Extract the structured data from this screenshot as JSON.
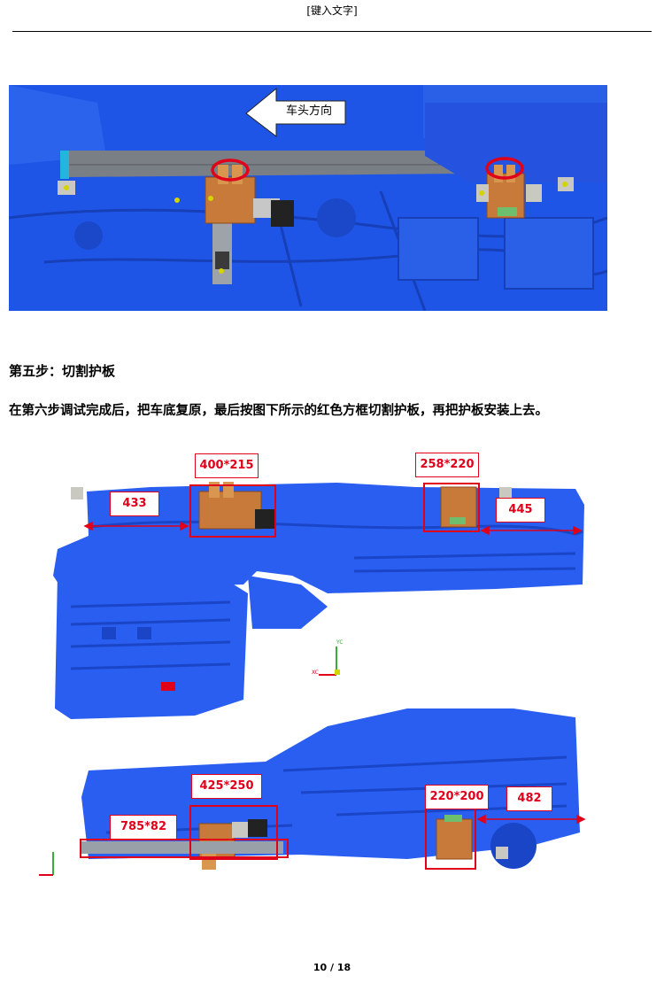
{
  "header": {
    "text": "[键入文字]"
  },
  "figure1": {
    "arrow_label": "车头方向"
  },
  "step": {
    "title": "第五步：切割护板",
    "instruction": "在第六步调试完成后，把车底复原，最后按图下所示的红色方框切割护板，再把护板安装上去。"
  },
  "figure2": {
    "labels": {
      "cut_top_left": "400*215",
      "cut_top_right": "258*220",
      "dim_top_left": "433",
      "dim_top_right": "445",
      "cut_bottom_left": "425*250",
      "cut_bottom_right": "220*200",
      "dim_bottom_left": "785*82",
      "dim_bottom_right": "482"
    },
    "axis": {
      "y": "YC",
      "x": "XC"
    }
  },
  "footer": {
    "page": "10 / 18"
  },
  "colors": {
    "blue_panel": "#1f55e6",
    "red": "#e0001a",
    "copper": "#c87a3a"
  }
}
